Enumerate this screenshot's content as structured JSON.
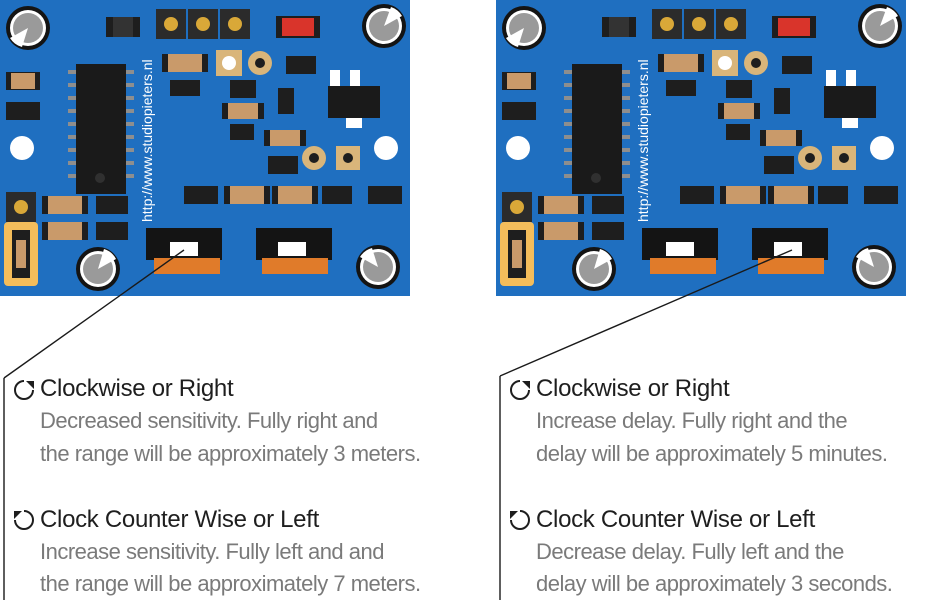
{
  "board": {
    "url_text": "http://www.studiopieters.nl",
    "pcb_color": "#1f6fc0",
    "cap_color": "#9a9a9a",
    "resistor_color": "#c99a6a",
    "pot_color": "#e07b2a",
    "jumper_color": "#f4bd5b",
    "led_color": "#d9342b"
  },
  "panels": [
    {
      "clockwise": {
        "title": "Clockwise or Right",
        "lines": [
          "Decreased sensitivity. Fully right and",
          "the range will be approximately 3 meters."
        ]
      },
      "counter": {
        "title": "Clock Counter Wise or Left",
        "lines": [
          "Increase sensitivity. Fully left and and",
          "the range will be approximately 7 meters."
        ]
      }
    },
    {
      "clockwise": {
        "title": "Clockwise or Right",
        "lines": [
          "Increase delay. Fully right and the",
          "delay will be approximately 5 minutes."
        ]
      },
      "counter": {
        "title": "Clock Counter Wise or Left",
        "lines": [
          "Decrease delay. Fully left and the",
          "delay will be approximately 3 seconds."
        ]
      }
    }
  ]
}
